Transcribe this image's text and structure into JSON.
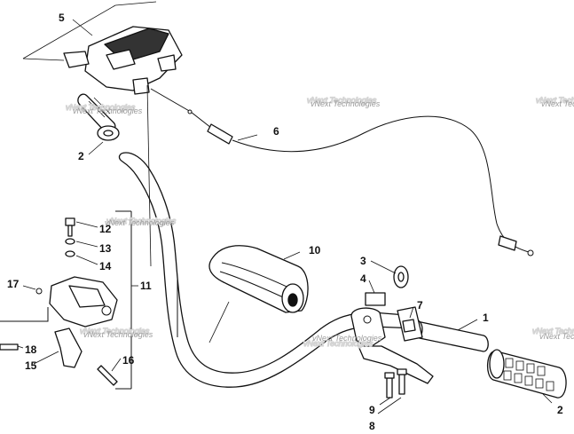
{
  "callouts": {
    "c1": "1",
    "c2a": "2",
    "c2b": "2",
    "c3": "3",
    "c4": "4",
    "c5": "5",
    "c6": "6",
    "c7": "7",
    "c8": "8",
    "c9": "9",
    "c10": "10",
    "c11": "11",
    "c12": "12",
    "c13": "13",
    "c14": "14",
    "c15": "15",
    "c16": "16",
    "c17": "17",
    "c18": "18"
  },
  "watermark": {
    "text": "vNext Technologies"
  }
}
